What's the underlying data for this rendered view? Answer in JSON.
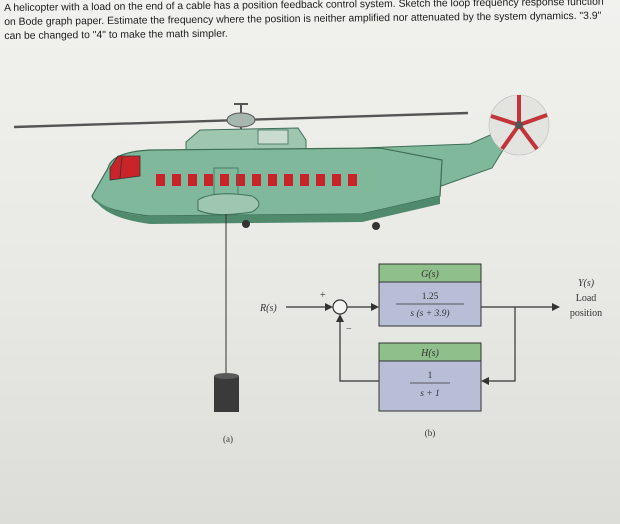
{
  "problem": {
    "text": "A helicopter with a load on the end of a cable has a position feedback control system. Sketch the loop frequency response function on Bode graph paper. Estimate the frequency where the position is neither amplified nor attenuated by the system dynamics. \"3.9\" can be changed to \"4\" to make the math simpler."
  },
  "figure": {
    "label_a": "(a)",
    "label_b": "(b)",
    "input_label": "R(s)",
    "plus_sign": "+",
    "minus_sign": "−",
    "forward_block": {
      "title": "G(s)",
      "numerator": "1.25",
      "denominator": "s (s + 3.9)"
    },
    "feedback_block": {
      "title": "H(s)",
      "numerator": "1",
      "denominator": "s + 1"
    },
    "output": {
      "symbol": "Y(s)",
      "line1": "Load",
      "line2": "position"
    }
  },
  "colors": {
    "fuselage": "#7fb89a",
    "fuselage_dark": "#4f8a6c",
    "window_red": "#c8242a",
    "rotor_red": "#c2343a",
    "block_green": "#8fbf8a",
    "block_body": "#b7bed6"
  }
}
